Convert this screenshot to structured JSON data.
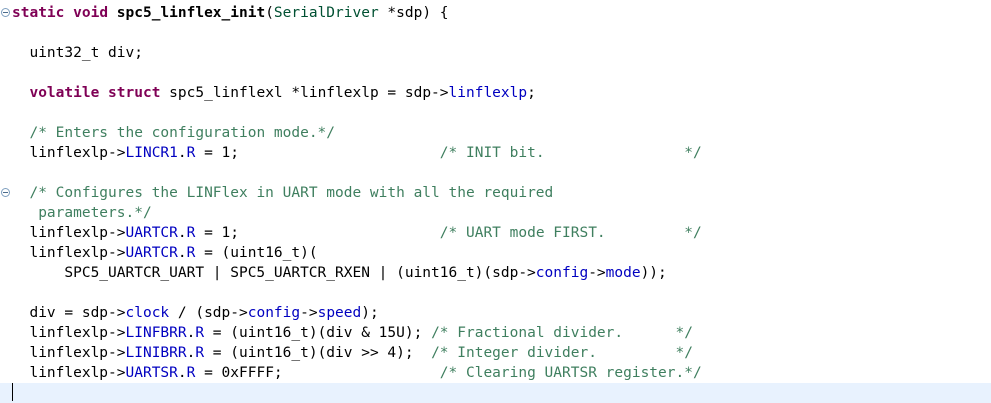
{
  "editor": {
    "lines": [
      {
        "fold": true,
        "tokens": [
          {
            "t": "static",
            "k": "kw"
          },
          {
            "t": " "
          },
          {
            "t": "void",
            "k": "kw"
          },
          {
            "t": " "
          },
          {
            "t": "spc5_linflex_init",
            "k": "fn"
          },
          {
            "t": "("
          },
          {
            "t": "SerialDriver",
            "k": "ty"
          },
          {
            "t": " *sdp) {"
          }
        ]
      },
      {
        "tokens": []
      },
      {
        "tokens": [
          {
            "t": "  uint32_t div;"
          }
        ]
      },
      {
        "tokens": []
      },
      {
        "tokens": [
          {
            "t": "  "
          },
          {
            "t": "volatile",
            "k": "kw"
          },
          {
            "t": " "
          },
          {
            "t": "struct",
            "k": "kw"
          },
          {
            "t": " spc5_linflexl *linflexlp = sdp->"
          },
          {
            "t": "linflexlp",
            "k": "fld"
          },
          {
            "t": ";"
          }
        ]
      },
      {
        "tokens": []
      },
      {
        "tokens": [
          {
            "t": "  "
          },
          {
            "t": "/* Enters the configuration mode.*/",
            "k": "cm"
          }
        ]
      },
      {
        "tokens": [
          {
            "t": "  linflexlp->"
          },
          {
            "t": "LINCR1",
            "k": "fld"
          },
          {
            "t": "."
          },
          {
            "t": "R",
            "k": "fld"
          },
          {
            "t": " = 1;                       "
          },
          {
            "t": "/* INIT bit.                */",
            "k": "cm"
          }
        ]
      },
      {
        "tokens": []
      },
      {
        "fold": true,
        "tokens": [
          {
            "t": "  "
          },
          {
            "t": "/* Configures the LINFlex in UART mode with all the required",
            "k": "cm"
          }
        ]
      },
      {
        "tokens": [
          {
            "t": "   "
          },
          {
            "t": "parameters.*/",
            "k": "cm"
          }
        ]
      },
      {
        "tokens": [
          {
            "t": "  linflexlp->"
          },
          {
            "t": "UARTCR",
            "k": "fld"
          },
          {
            "t": "."
          },
          {
            "t": "R",
            "k": "fld"
          },
          {
            "t": " = 1;                       "
          },
          {
            "t": "/* UART mode FIRST.         */",
            "k": "cm"
          }
        ]
      },
      {
        "tokens": [
          {
            "t": "  linflexlp->"
          },
          {
            "t": "UARTCR",
            "k": "fld"
          },
          {
            "t": "."
          },
          {
            "t": "R",
            "k": "fld"
          },
          {
            "t": " = (uint16_t)("
          }
        ]
      },
      {
        "tokens": [
          {
            "t": "      SPC5_UARTCR_UART | SPC5_UARTCR_RXEN | (uint16_t)(sdp->"
          },
          {
            "t": "config",
            "k": "fld"
          },
          {
            "t": "->"
          },
          {
            "t": "mode",
            "k": "fld"
          },
          {
            "t": "));"
          }
        ]
      },
      {
        "tokens": []
      },
      {
        "tokens": [
          {
            "t": "  div = sdp->"
          },
          {
            "t": "clock",
            "k": "fld"
          },
          {
            "t": " / (sdp->"
          },
          {
            "t": "config",
            "k": "fld"
          },
          {
            "t": "->"
          },
          {
            "t": "speed",
            "k": "fld"
          },
          {
            "t": ");"
          }
        ]
      },
      {
        "tokens": [
          {
            "t": "  linflexlp->"
          },
          {
            "t": "LINFBRR",
            "k": "fld"
          },
          {
            "t": "."
          },
          {
            "t": "R",
            "k": "fld"
          },
          {
            "t": " = (uint16_t)(div & 15U); "
          },
          {
            "t": "/* Fractional divider.      */",
            "k": "cm"
          }
        ]
      },
      {
        "tokens": [
          {
            "t": "  linflexlp->"
          },
          {
            "t": "LINIBRR",
            "k": "fld"
          },
          {
            "t": "."
          },
          {
            "t": "R",
            "k": "fld"
          },
          {
            "t": " = (uint16_t)(div >> 4);  "
          },
          {
            "t": "/* Integer divider.         */",
            "k": "cm"
          }
        ]
      },
      {
        "tokens": [
          {
            "t": "  linflexlp->"
          },
          {
            "t": "UARTSR",
            "k": "fld"
          },
          {
            "t": "."
          },
          {
            "t": "R",
            "k": "fld"
          },
          {
            "t": " = 0xFFFF;                  "
          },
          {
            "t": "/* Clearing UARTSR register.*/",
            "k": "cm"
          }
        ]
      },
      {
        "current": true,
        "tokens": []
      }
    ]
  },
  "colors": {
    "keyword": "#7f0055",
    "type": "#005032",
    "field": "#0000c0",
    "comment": "#3f7f5f",
    "current_line": "#e8f2fe"
  },
  "icons": {
    "fold": "fold-collapse-icon"
  }
}
